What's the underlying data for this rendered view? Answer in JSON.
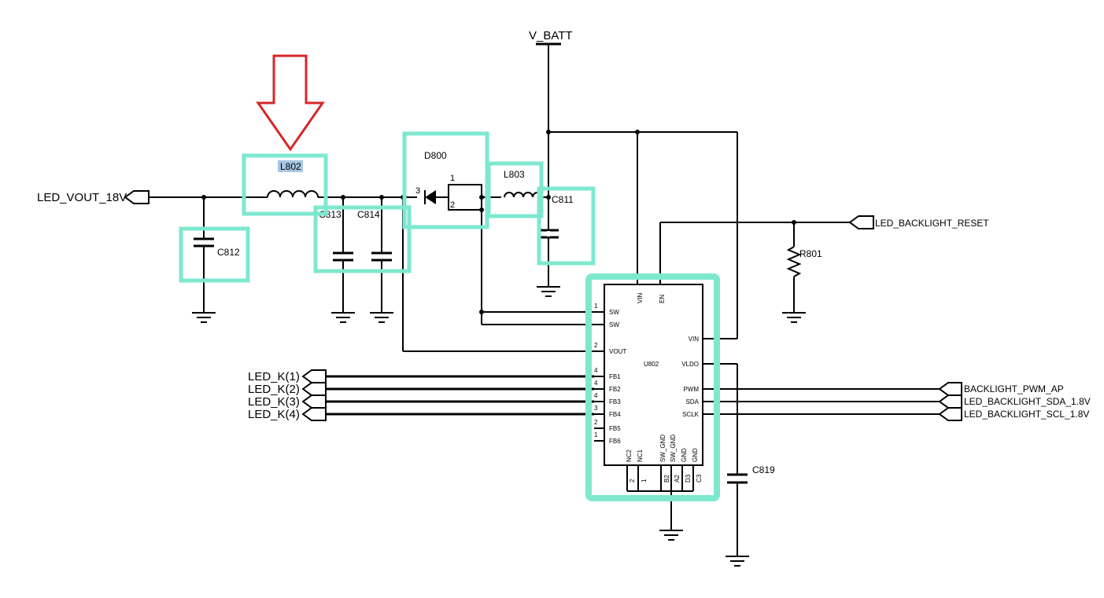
{
  "nets": {
    "v_batt": "V_BATT",
    "led_vout": "LED_VOUT_18V",
    "backlight_reset": "LED_BACKLIGHT_RESET",
    "led_k1": "LED_K(1)",
    "led_k2": "LED_K(2)",
    "led_k3": "LED_K(3)",
    "led_k4": "LED_K(4)",
    "pwm_ap": "BACKLIGHT_PWM_AP",
    "sda": "LED_BACKLIGHT_SDA_1.8V",
    "scl": "LED_BACKLIGHT_SCL_1.8V"
  },
  "components": {
    "l802": "L802",
    "l803": "L803",
    "d800": "D800",
    "c811": "C811",
    "c812": "C812",
    "c813": "C813",
    "c814": "C814",
    "c819": "C819",
    "r801": "R801",
    "u802": "U802"
  },
  "diode_pins": {
    "p1": "1",
    "p2": "2",
    "p3": "3"
  },
  "ic": {
    "left_pins": [
      {
        "name": "SW",
        "num": "1"
      },
      {
        "name": "SW",
        "num": ""
      },
      {
        "name": "VOUT",
        "num": "2"
      },
      {
        "name": "FB1",
        "num": "4"
      },
      {
        "name": "FB2",
        "num": "4"
      },
      {
        "name": "FB3",
        "num": "4"
      },
      {
        "name": "FB4",
        "num": "3"
      },
      {
        "name": "FB5",
        "num": "2"
      },
      {
        "name": "FB6",
        "num": "1"
      }
    ],
    "top_pins": [
      "VIN",
      "EN"
    ],
    "right_pins": [
      "VIN",
      "VLDO",
      "PWM",
      "SDA",
      "SCLK"
    ],
    "bottom_pins": [
      "NC2",
      "NC1",
      "SW_GND",
      "SW_GND",
      "GND",
      "GND"
    ],
    "bottom_nums": [
      "2",
      "1",
      "B2",
      "A2",
      "D3",
      "C3"
    ]
  },
  "colors": {
    "highlight": "#7ee8cf",
    "arrow": "#d62828",
    "selection": "#a9c6e2"
  }
}
